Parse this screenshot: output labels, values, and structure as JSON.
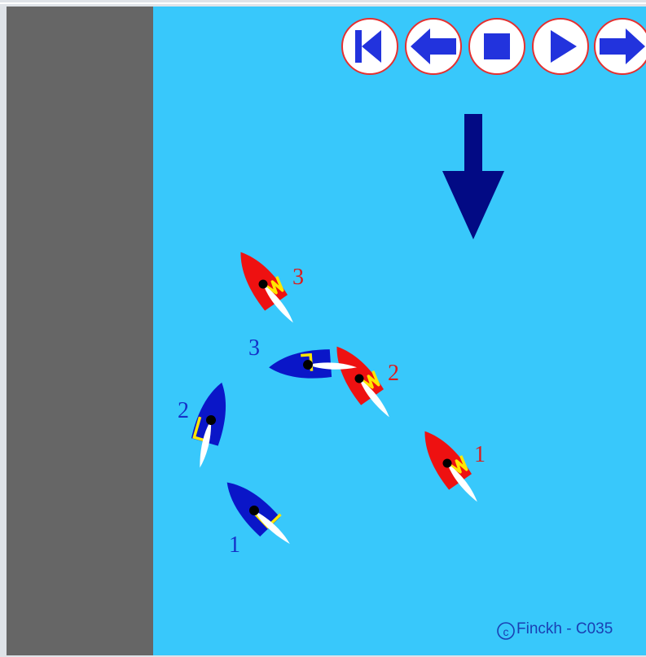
{
  "controls": [
    {
      "name": "rewind-to-start-button",
      "icon": "skip-to-start-icon"
    },
    {
      "name": "step-back-button",
      "icon": "arrow-left-icon"
    },
    {
      "name": "stop-button",
      "icon": "stop-square-icon"
    },
    {
      "name": "play-button",
      "icon": "play-triangle-icon"
    },
    {
      "name": "step-forward-button",
      "icon": "arrow-right-icon"
    }
  ],
  "wind": {
    "icon": "wind-arrow-down-icon",
    "direction": "down"
  },
  "boats": {
    "red": [
      {
        "label": "1",
        "sail_letter": "W"
      },
      {
        "label": "2",
        "sail_letter": "W"
      },
      {
        "label": "3",
        "sail_letter": "W"
      }
    ],
    "blue": [
      {
        "label": "1",
        "sail_letter": "L"
      },
      {
        "label": "2",
        "sail_letter": "L"
      },
      {
        "label": "3",
        "sail_letter": "L"
      }
    ]
  },
  "copyright": "Finckh - C035",
  "colors": {
    "water": "#38c8fb",
    "land": "#666666",
    "red_boat": "#ee1111",
    "blue_boat": "#0a16c8",
    "wind_arrow": "#020a84",
    "sail_mark": "#ffe600",
    "control_fill": "#2233dd",
    "control_ring": "#e53030"
  }
}
